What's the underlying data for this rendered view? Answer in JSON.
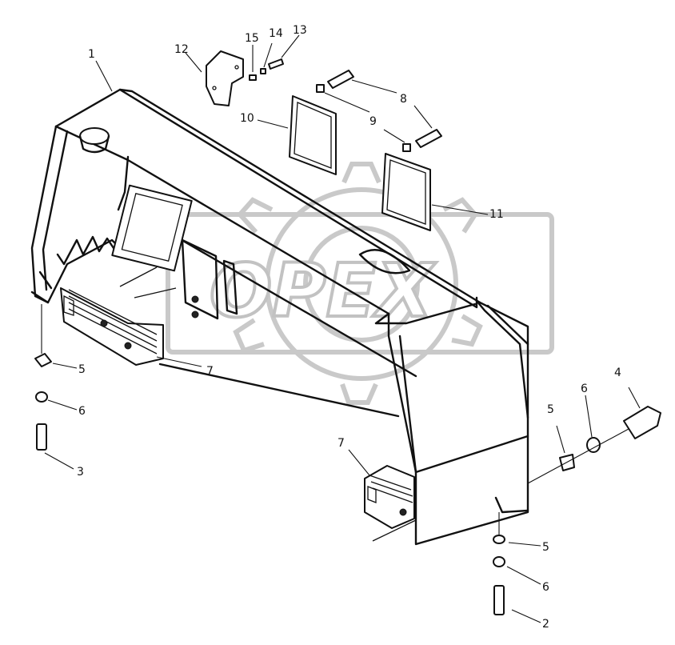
{
  "watermark": {
    "text": "OPEX"
  },
  "callouts": [
    {
      "id": "c1",
      "text": "1"
    },
    {
      "id": "c2",
      "text": "2"
    },
    {
      "id": "c3",
      "text": "3"
    },
    {
      "id": "c4",
      "text": "4"
    },
    {
      "id": "c5a",
      "text": "5"
    },
    {
      "id": "c5b",
      "text": "5"
    },
    {
      "id": "c5c",
      "text": "5"
    },
    {
      "id": "c6a",
      "text": "6"
    },
    {
      "id": "c6b",
      "text": "6"
    },
    {
      "id": "c6c",
      "text": "6"
    },
    {
      "id": "c7a",
      "text": "7"
    },
    {
      "id": "c7b",
      "text": "7"
    },
    {
      "id": "c8",
      "text": "8"
    },
    {
      "id": "c9",
      "text": "9"
    },
    {
      "id": "c10",
      "text": "10"
    },
    {
      "id": "c11",
      "text": "11"
    },
    {
      "id": "c12",
      "text": "12"
    },
    {
      "id": "c13",
      "text": "13"
    },
    {
      "id": "c14",
      "text": "14"
    },
    {
      "id": "c15",
      "text": "15"
    }
  ]
}
